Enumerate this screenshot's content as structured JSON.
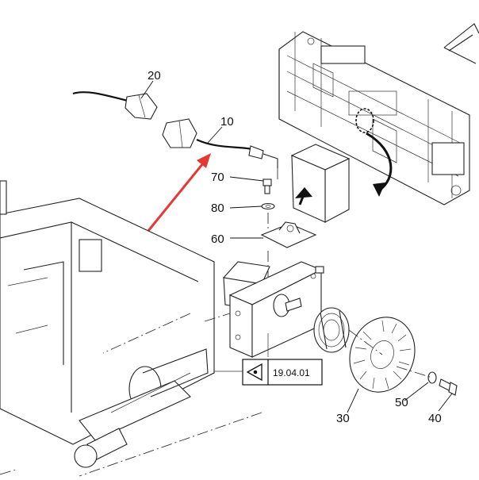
{
  "callouts": {
    "c10": "10",
    "c20": "20",
    "c30": "30",
    "c40": "40",
    "c50": "50",
    "c60": "60",
    "c70": "70",
    "c80": "80"
  },
  "reference": {
    "label": "19.04.01",
    "icon": "view-eye-icon"
  },
  "colors": {
    "pointer_arrow": "#e53935",
    "line": "#222222"
  }
}
